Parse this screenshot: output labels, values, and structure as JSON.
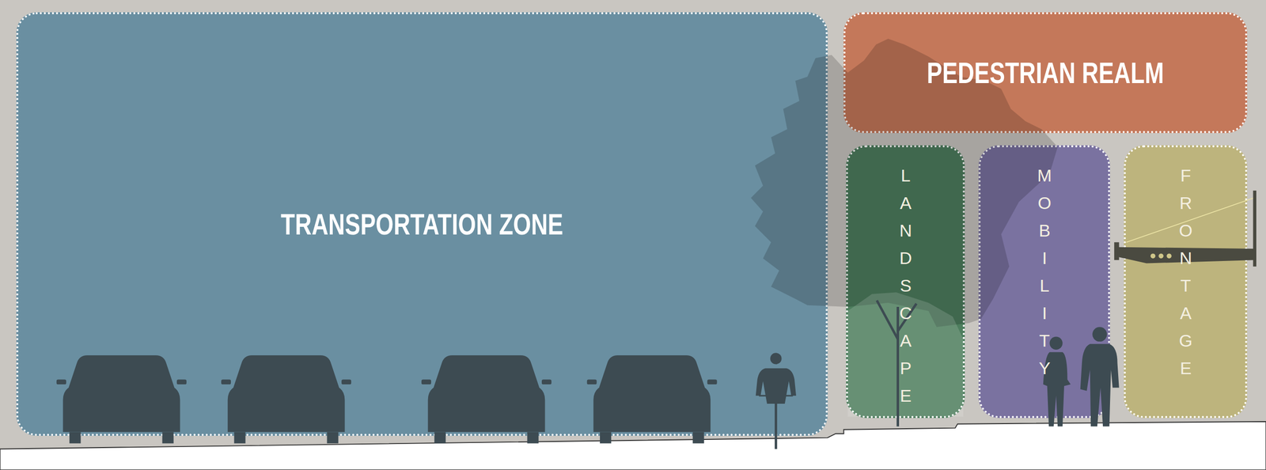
{
  "diagram": {
    "nodes": [
      {
        "text": [
          "TRANSPORTATION ZONE"
        ]
      },
      {
        "text": [
          "PEDESTRIAN REALM"
        ]
      },
      {
        "text": [
          "LANDSCAPE"
        ]
      },
      {
        "text": [
          "MOBILITY"
        ]
      },
      {
        "text": [
          "FRONTAGE"
        ]
      }
    ]
  }
}
